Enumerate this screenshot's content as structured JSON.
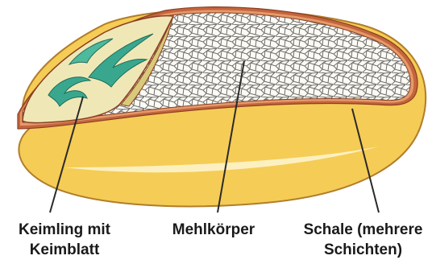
{
  "labels": {
    "keimling": {
      "line1": "Keimling mit",
      "line2": "Keimblatt"
    },
    "mehlkoerper": {
      "line1": "Mehlkörper"
    },
    "schale": {
      "line1": "Schale (mehrere",
      "line2": "Schichten)"
    }
  },
  "colors": {
    "shell_fill": "#f5cc55",
    "shell_outline": "#b07d2a",
    "bran_layer": "#c5653e",
    "endosperm_fill": "#fbfaf3",
    "cell_outline": "#6b6b6b",
    "germ_fill": "#efe8b6",
    "germ_leaf": "#39a78e",
    "leader_line": "#2a2a2a",
    "text": "#1a1a1a"
  }
}
